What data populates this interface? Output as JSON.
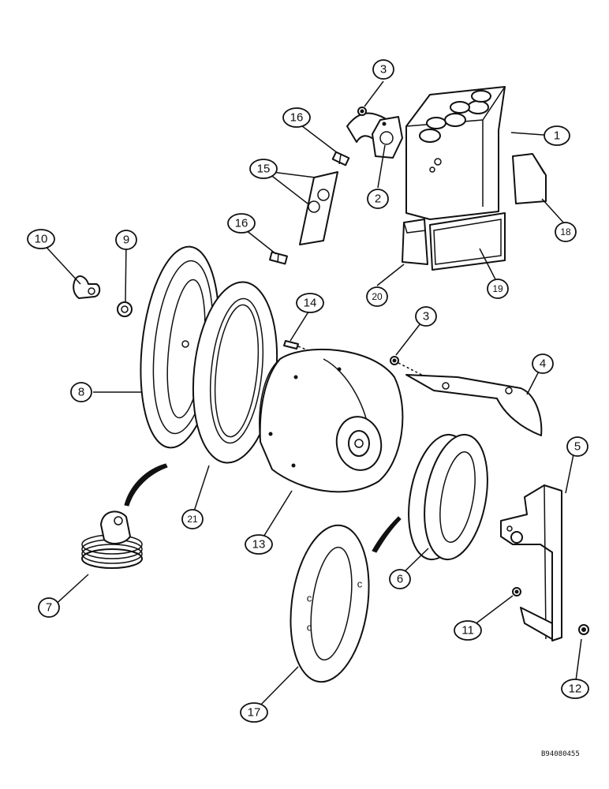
{
  "drawing_code": "B94080455",
  "callouts": [
    {
      "id": "c1",
      "label": "1"
    },
    {
      "id": "c2",
      "label": "2"
    },
    {
      "id": "c3a",
      "label": "3"
    },
    {
      "id": "c3b",
      "label": "3"
    },
    {
      "id": "c4",
      "label": "4"
    },
    {
      "id": "c5",
      "label": "5"
    },
    {
      "id": "c6",
      "label": "6"
    },
    {
      "id": "c7",
      "label": "7"
    },
    {
      "id": "c8",
      "label": "8"
    },
    {
      "id": "c9",
      "label": "9"
    },
    {
      "id": "c10",
      "label": "10"
    },
    {
      "id": "c11",
      "label": "11"
    },
    {
      "id": "c12",
      "label": "12"
    },
    {
      "id": "c13",
      "label": "13"
    },
    {
      "id": "c14",
      "label": "14"
    },
    {
      "id": "c15",
      "label": "15"
    },
    {
      "id": "c16a",
      "label": "16"
    },
    {
      "id": "c16b",
      "label": "16"
    },
    {
      "id": "c17",
      "label": "17"
    },
    {
      "id": "c18",
      "label": "18"
    },
    {
      "id": "c19",
      "label": "19"
    },
    {
      "id": "c20",
      "label": "20"
    },
    {
      "id": "c21",
      "label": "21"
    }
  ]
}
